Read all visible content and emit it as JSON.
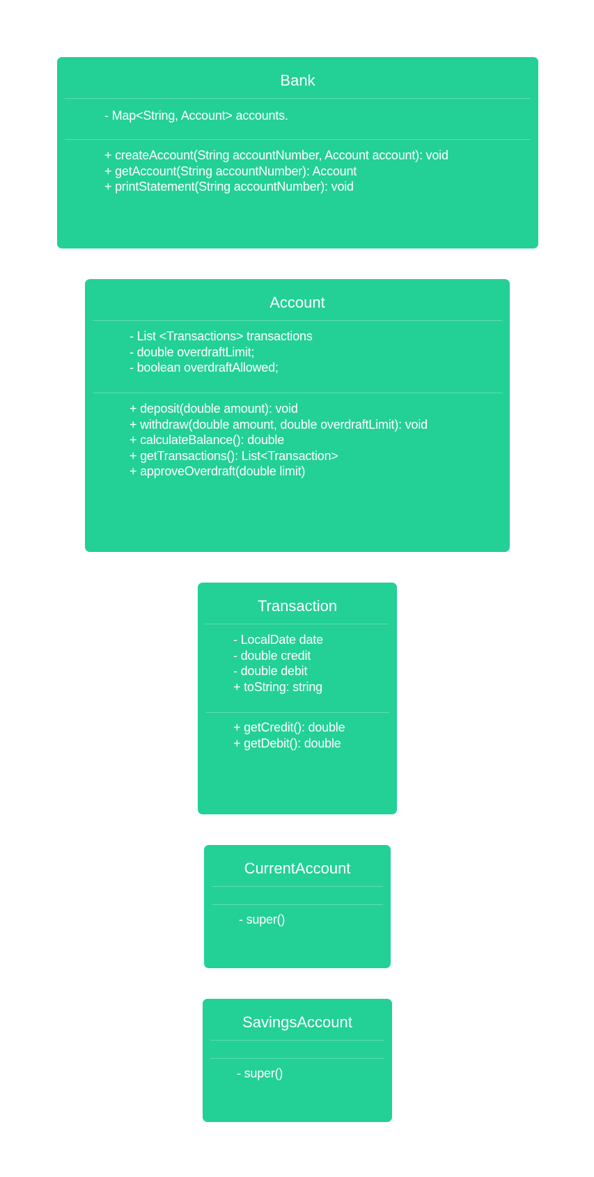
{
  "colors": {
    "background": "#ffffff",
    "class_fill": "#23d096",
    "text": "#ffffff"
  },
  "classes": {
    "bank": {
      "name": "Bank",
      "attributes": [
        "- Map<String, Account> accounts."
      ],
      "methods": [
        "+ createAccount(String accountNumber, Account account): void",
        "+ getAccount(String accountNumber): Account",
        "+ printStatement(String accountNumber): void"
      ]
    },
    "account": {
      "name": "Account",
      "attributes": [
        "- List <Transactions> transactions",
        "- double overdraftLimit;",
        "- boolean overdraftAllowed;"
      ],
      "methods": [
        "+ deposit(double amount): void",
        "+ withdraw(double amount, double overdraftLimit): void",
        "+ calculateBalance(): double",
        "+ getTransactions(): List<Transaction>",
        "+ approveOverdraft(double limit)"
      ]
    },
    "transaction": {
      "name": "Transaction",
      "attributes": [
        "- LocalDate date",
        "- double credit",
        "- double debit",
        "+ toString: string"
      ],
      "methods": [
        "+ getCredit(): double",
        "+ getDebit(): double"
      ]
    },
    "current_account": {
      "name": "CurrentAccount",
      "attributes": [],
      "methods": [
        "- super()"
      ]
    },
    "savings_account": {
      "name": "SavingsAccount",
      "attributes": [],
      "methods": [
        "- super()"
      ]
    }
  }
}
